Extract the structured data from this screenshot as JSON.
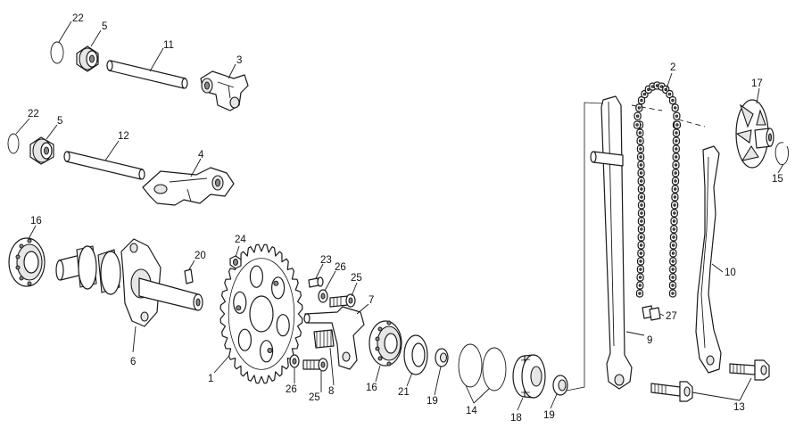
{
  "parts": [
    {
      "id": "22a",
      "label": "22",
      "name": "o-ring"
    },
    {
      "id": "5a",
      "label": "5",
      "name": "roller"
    },
    {
      "id": "11",
      "label": "11",
      "name": "rocker-shaft"
    },
    {
      "id": "3",
      "label": "3",
      "name": "rocker-arm"
    },
    {
      "id": "22b",
      "label": "22",
      "name": "o-ring"
    },
    {
      "id": "5b",
      "label": "5",
      "name": "roller"
    },
    {
      "id": "12",
      "label": "12",
      "name": "rocker-shaft"
    },
    {
      "id": "4",
      "label": "4",
      "name": "rocker-arm"
    },
    {
      "id": "16a",
      "label": "16",
      "name": "bearing"
    },
    {
      "id": "20",
      "label": "20",
      "name": "pin"
    },
    {
      "id": "6",
      "label": "6",
      "name": "camshaft"
    },
    {
      "id": "24",
      "label": "24",
      "name": "nut"
    },
    {
      "id": "1",
      "label": "1",
      "name": "sprocket"
    },
    {
      "id": "23",
      "label": "23",
      "name": "screw"
    },
    {
      "id": "26a",
      "label": "26",
      "name": "washer"
    },
    {
      "id": "25a",
      "label": "25",
      "name": "screw"
    },
    {
      "id": "7",
      "label": "7",
      "name": "decompressor-lever"
    },
    {
      "id": "26b",
      "label": "26",
      "name": "washer"
    },
    {
      "id": "25b",
      "label": "25",
      "name": "screw"
    },
    {
      "id": "8",
      "label": "8",
      "name": "spring"
    },
    {
      "id": "16b",
      "label": "16",
      "name": "bearing"
    },
    {
      "id": "21",
      "label": "21",
      "name": "spacer"
    },
    {
      "id": "19a",
      "label": "19",
      "name": "washer"
    },
    {
      "id": "14",
      "label": "14",
      "name": "o-rings"
    },
    {
      "id": "18",
      "label": "18",
      "name": "bushing"
    },
    {
      "id": "19b",
      "label": "19",
      "name": "washer"
    },
    {
      "id": "9",
      "label": "9",
      "name": "chain-guide"
    },
    {
      "id": "2",
      "label": "2",
      "name": "timing-chain"
    },
    {
      "id": "27",
      "label": "27",
      "name": "chain-link"
    },
    {
      "id": "10",
      "label": "10",
      "name": "chain-tensioner-blade"
    },
    {
      "id": "17",
      "label": "17",
      "name": "water-pump-impeller"
    },
    {
      "id": "15",
      "label": "15",
      "name": "circlip"
    },
    {
      "id": "13",
      "label": "13",
      "name": "bolt"
    }
  ]
}
